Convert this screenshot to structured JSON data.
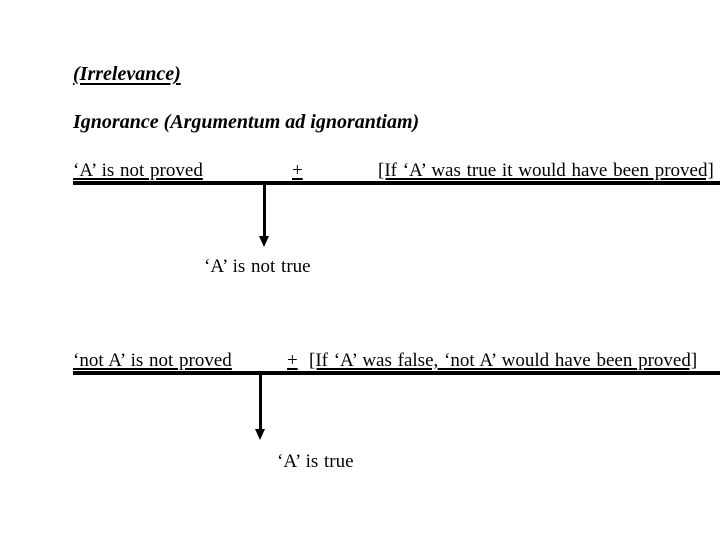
{
  "slide": {
    "title": "(Irrelevance)",
    "subtitle": "Ignorance (Argumentum ad ignorantiam)",
    "colors": {
      "background": "#ffffff",
      "text": "#000000",
      "line": "#000000"
    },
    "inferences": [
      {
        "premise_left": "‘A’ is not proved",
        "operator": "+",
        "premise_right": "[If ‘A’ was true it would have been proved]",
        "conclusion": "‘A’ is not true"
      },
      {
        "premise_left": "‘not A’ is not proved",
        "operator": "+",
        "premise_right": "[If ‘A’ was false, ‘not A’ would have been proved]",
        "conclusion": "‘A’ is true"
      }
    ]
  }
}
